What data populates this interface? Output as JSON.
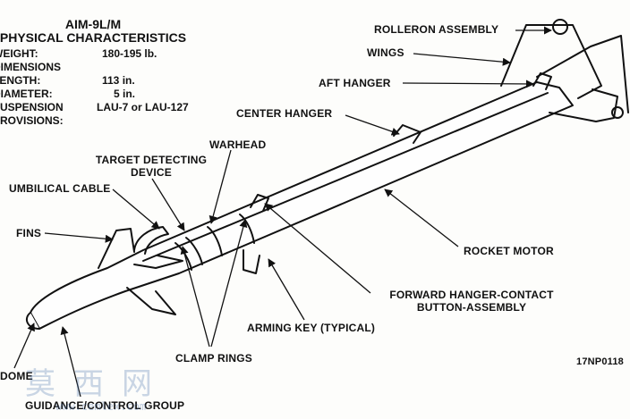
{
  "specs": {
    "title_line1": "AIM-9L/M",
    "title_line2": "PHYSICAL CHARACTERISTICS",
    "rows": [
      {
        "name": "WEIGHT:",
        "value": "180-195 lb."
      },
      {
        "name": "DIMENSIONS",
        "value": ""
      },
      {
        "name": "LENGTH:",
        "value": "113 in."
      },
      {
        "name": "DIAMETER:",
        "value": "5 in."
      },
      {
        "name": "SUSPENSION",
        "value": "LAU-7 or LAU-127"
      },
      {
        "name": "PROVISIONS:",
        "value": ""
      }
    ]
  },
  "labels": {
    "rolleron_assembly": "ROLLERON ASSEMBLY",
    "wings": "WINGS",
    "aft_hanger": "AFT HANGER",
    "center_hanger": "CENTER HANGER",
    "warhead": "WARHEAD",
    "target_detecting_device_1": "TARGET DETECTING",
    "target_detecting_device_2": "DEVICE",
    "umbilical_cable": "UMBILICAL CABLE",
    "fins": "FINS",
    "rocket_motor": "ROCKET MOTOR",
    "forward_hanger_1": "FORWARD HANGER-CONTACT",
    "forward_hanger_2": "BUTTON-ASSEMBLY",
    "arming_key": "ARMING KEY (TYPICAL)",
    "clamp_rings": "CLAMP RINGS",
    "dome": "DOME",
    "guidance_control_group": "GUIDANCE/CONTROL GROUP"
  },
  "figure_id": "17NP0118",
  "watermark": {
    "chars": "莫西网",
    "url": "www.cemlex.com"
  },
  "colors": {
    "ink": "#111111",
    "paper": "#fdfdfb",
    "watermark": "#466eaa"
  }
}
